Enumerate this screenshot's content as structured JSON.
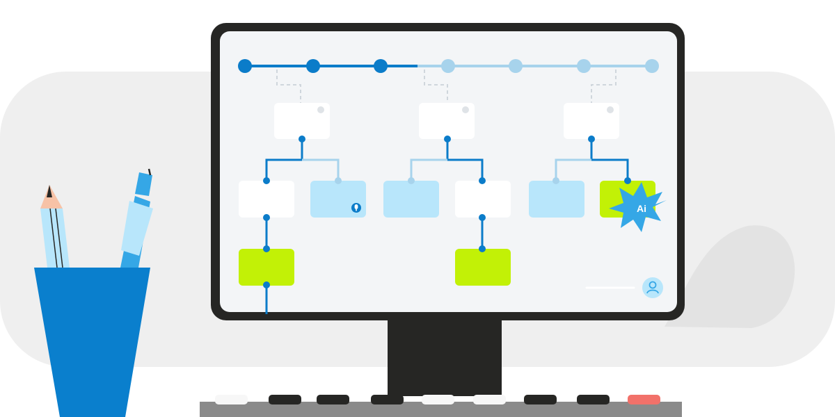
{
  "colors": {
    "page_background": "#ffffff",
    "backdrop": "#efefef",
    "backdrop_shadow": "#e3e3e3",
    "monitor_frame": "#262624",
    "screen": "#f3f5f7",
    "primary_blue": "#0b7cc9",
    "light_blue": "#a7d3ec",
    "pale_blue_node": "#b8e6fb",
    "white_node": "#ffffff",
    "lime_node": "#c2f106",
    "ai_badge": "#35a7e6",
    "cup_blue": "#0a7fcd",
    "key_dark": "#262624",
    "key_light": "#f7f7f7",
    "key_accent": "#f2716a",
    "keyboard_base": "#8a8a8a"
  },
  "timeline": {
    "total_steps": 7,
    "completed_steps": 3
  },
  "ai_badge": {
    "label": "Ai",
    "icon": "starburst-badge"
  },
  "icons": {
    "microphone": "microphone-icon",
    "user_avatar": "user-avatar-icon"
  }
}
